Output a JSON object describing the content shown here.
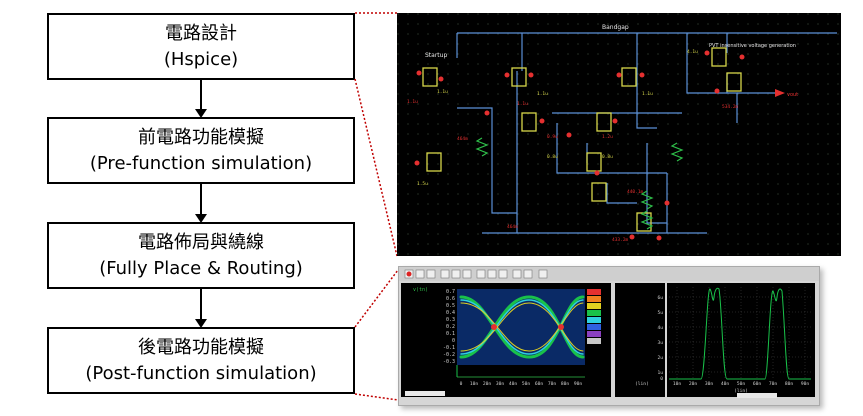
{
  "flow": {
    "steps": [
      {
        "title": "電路設計",
        "subtitle": "(Hspice)"
      },
      {
        "title": "前電路功能模擬",
        "subtitle": "(Pre-function simulation)"
      },
      {
        "title": "電路佈局與繞線",
        "subtitle": "(Fully Place & Routing)"
      },
      {
        "title": "後電路功能模擬",
        "subtitle": "(Post-function simulation)"
      }
    ]
  },
  "schematic": {
    "labels": {
      "bandgap": "Bandgap",
      "startup": "Startup",
      "pvt": "PVT insensitive voltage generation",
      "out": "vout"
    }
  },
  "waveform": {
    "left_axis_label": "v(tn)",
    "left_y_ticks": [
      "0.7",
      "0.6",
      "0.5",
      "0.4",
      "0.3",
      "0.2",
      "0.1",
      "0",
      "-0.1",
      "-0.2",
      "-0.3"
    ],
    "left_x_ticks": [
      "0",
      "10n",
      "20n",
      "30n",
      "40n",
      "50n",
      "60n",
      "70n",
      "80n",
      "90n"
    ],
    "right_axis_label": "(lin)",
    "right_y_ticks": [
      "6u",
      "5u",
      "4u",
      "3u",
      "2u",
      "1u",
      "0"
    ],
    "right_x_ticks": [
      "10n",
      "20n",
      "30n",
      "40n",
      "50n",
      "60n",
      "70n",
      "80n",
      "90n"
    ],
    "right_x_unit": "(lin)"
  }
}
